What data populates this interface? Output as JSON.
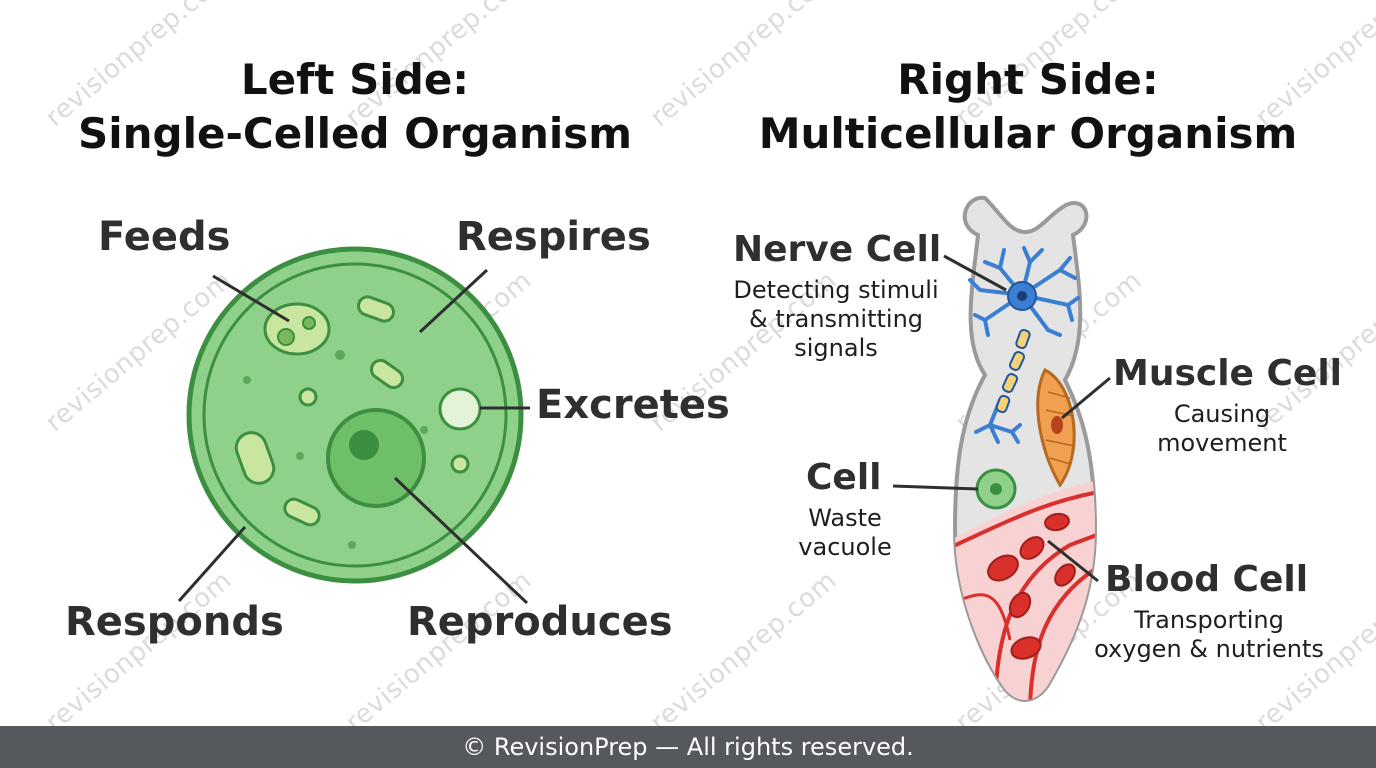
{
  "watermark": "revisionprep.com",
  "left_panel": {
    "title_line1": "Left Side:",
    "title_line2": "Single-Celled Organism",
    "labels": {
      "feeds": "Feeds",
      "respires": "Respires",
      "excretes": "Excretes",
      "responds": "Responds",
      "reproduces": "Reproduces"
    }
  },
  "right_panel": {
    "title_line1": "Right Side:",
    "title_line2": "Multicellular Organism",
    "nerve_cell": {
      "name": "Nerve Cell",
      "desc_lines": [
        "Detecting stimuli",
        "& transmitting",
        "signals"
      ]
    },
    "muscle_cell": {
      "name": "Muscle Cell",
      "desc_lines": [
        "Causing",
        "movement"
      ]
    },
    "cell": {
      "name": "Cell",
      "desc_lines": [
        "Waste",
        "vacuole"
      ]
    },
    "blood_cell": {
      "name": "Blood Cell",
      "desc_lines": [
        "Transporting",
        "oxygen & nutrients"
      ]
    }
  },
  "footer": {
    "text": "© RevisionPrep — All rights reserved."
  },
  "colors": {
    "cell_fill": "#8fd08a",
    "cell_border": "#3c8f40",
    "neuron": "#3b7fd4",
    "axon_myelin": "#f3d27a",
    "muscle": "#f0a050",
    "blood_red": "#d9302c",
    "blood_bg": "#f8d2d2",
    "organism_body": "#e4e4e4",
    "footer_bg": "#55585d"
  }
}
